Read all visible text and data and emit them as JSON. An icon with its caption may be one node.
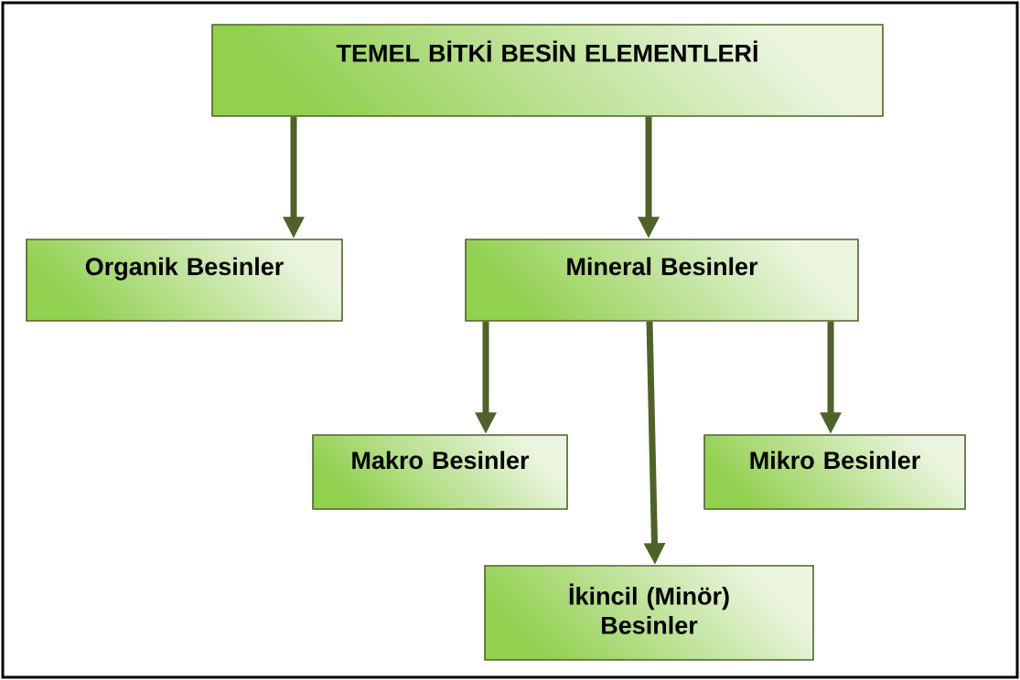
{
  "diagram": {
    "nodes": [
      {
        "text": [
          "TEMEL BİTKİ BESİN ELEMENTLERİ"
        ]
      },
      {
        "text": [
          "Organik Besinler"
        ]
      },
      {
        "text": [
          "Mineral Besinler"
        ]
      },
      {
        "text": [
          "Makro Besinler"
        ]
      },
      {
        "text": [
          "Mikro Besinler"
        ]
      },
      {
        "text": [
          "İkincil (Minör) Besinler"
        ]
      }
    ],
    "edges": [
      {
        "from": 0,
        "to": 1,
        "arrow": "to"
      },
      {
        "from": 0,
        "to": 2,
        "arrow": "to"
      },
      {
        "from": 2,
        "to": 3,
        "arrow": "to"
      },
      {
        "from": 2,
        "to": 5,
        "arrow": "to"
      },
      {
        "from": 2,
        "to": 4,
        "arrow": "to"
      }
    ]
  }
}
